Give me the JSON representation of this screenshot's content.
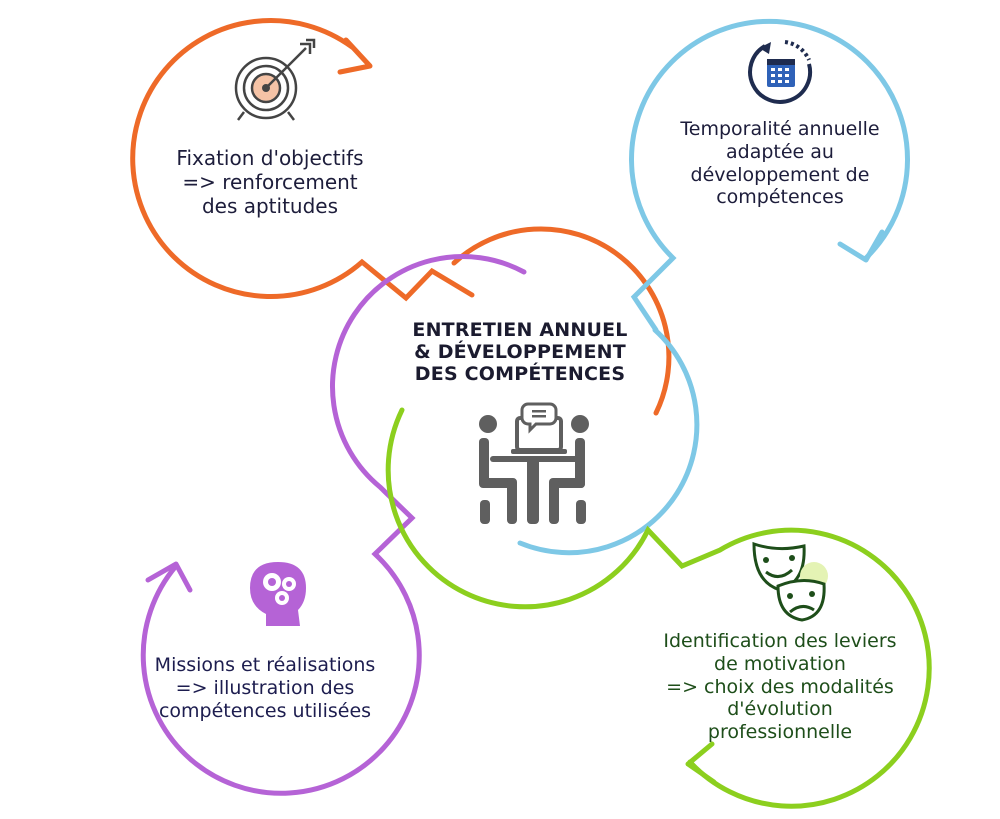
{
  "center": {
    "title_lines": [
      "ENTRETIEN ANNUEL",
      "& DÉVELOPPEMENT",
      "DES COMPÉTENCES"
    ]
  },
  "nodes": {
    "goals": {
      "lines": [
        "Fixation d'objectifs",
        "=> renforcement",
        "des aptitudes"
      ],
      "icon": "target-arrow-icon",
      "color": "#ee6a28"
    },
    "time": {
      "lines": [
        "Temporalité annuelle",
        "adaptée au",
        "développement de",
        "compétences"
      ],
      "icon": "calendar-cycle-icon",
      "color": "#7ec8e6"
    },
    "missions": {
      "lines": [
        "Missions et réalisations",
        "=> illustration des",
        "compétences utilisées"
      ],
      "icon": "head-gears-icon",
      "color": "#b563d6"
    },
    "motivation": {
      "lines": [
        "Identification des leviers",
        "de motivation",
        "=> choix des modalités",
        "d'évolution",
        "professionnelle"
      ],
      "icon": "theater-masks-icon",
      "color": "#8ccf1e"
    }
  },
  "colors": {
    "navy": "#1f2c4f",
    "gray_icon": "#5f5f5f"
  }
}
